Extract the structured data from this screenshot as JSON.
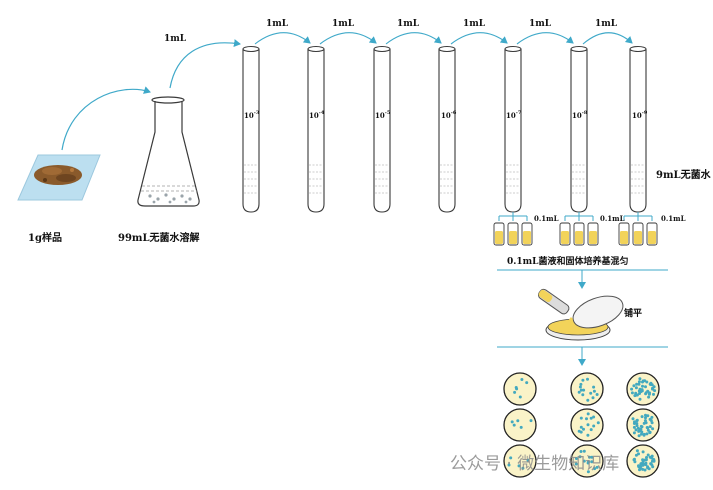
{
  "transfer_volume": "1mL",
  "labels": {
    "sample": "1g样品",
    "dissolve": "99mL无菌水溶解",
    "water": "9mL无菌水",
    "mix": "0.1mL菌液和固体培养基混匀",
    "plating": "铺平",
    "aliquot": "0.1mL"
  },
  "dilutions": [
    "-3",
    "-4",
    "-5",
    "-6",
    "-7",
    "-8",
    "-9"
  ],
  "watermark": "公众号 · 微生物知识库",
  "colors": {
    "arrow": "#3fa9c9",
    "glass": "#3a3a3a",
    "medium": "#f2d35a",
    "colony": "#43a9bf",
    "plate_fill": "#faf3c8",
    "soil": "#8a5a2b",
    "paper": "#bcdff0"
  }
}
